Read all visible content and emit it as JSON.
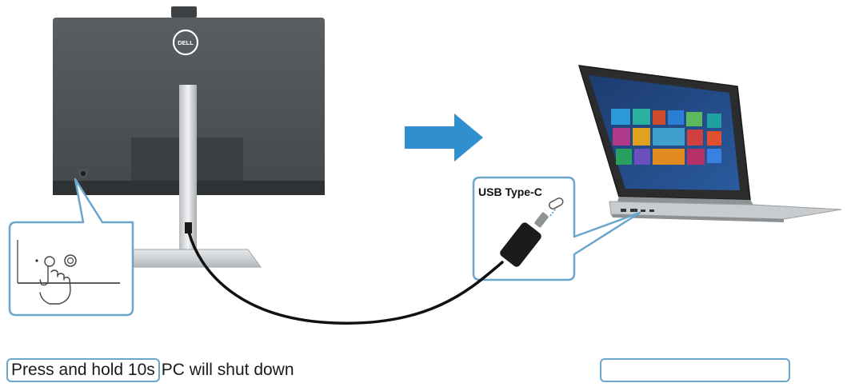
{
  "monitor": {
    "brand_logo": "DELL"
  },
  "connector_callout": {
    "label": "USB Type-C"
  },
  "captions": {
    "press_hold": "Press and hold 10s",
    "result": "PC will shut down"
  },
  "colors": {
    "callout_border": "#6aa6cc",
    "arrow": "#2f8fcf",
    "monitor_body": "#4d5154",
    "cable": "#111111"
  },
  "icons": {
    "power_button": "power-button-icon",
    "hand_press": "hand-press-icon",
    "flow_arrow": "arrow-right-icon"
  }
}
